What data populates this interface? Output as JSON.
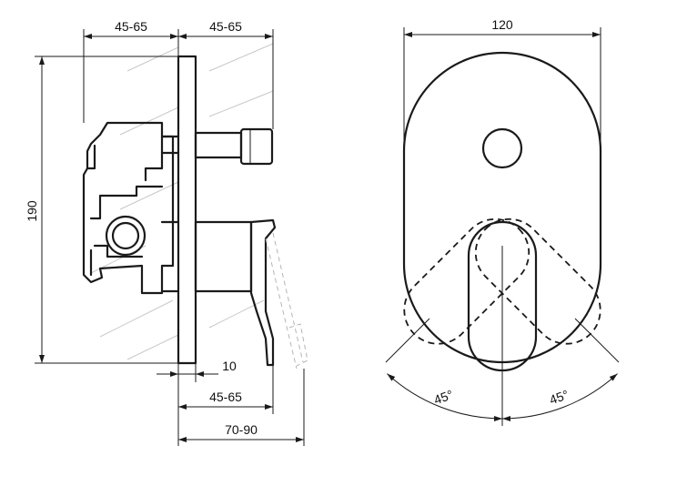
{
  "side_view": {
    "dim_top_left": "45-65",
    "dim_top_right": "45-65",
    "dim_height": "190",
    "dim_plate_offset": "10",
    "dim_bottom_upper": "45-65",
    "dim_bottom_lower": "70-90"
  },
  "front_view": {
    "dim_width": "120",
    "angle_left": "45°",
    "angle_right": "45°"
  }
}
